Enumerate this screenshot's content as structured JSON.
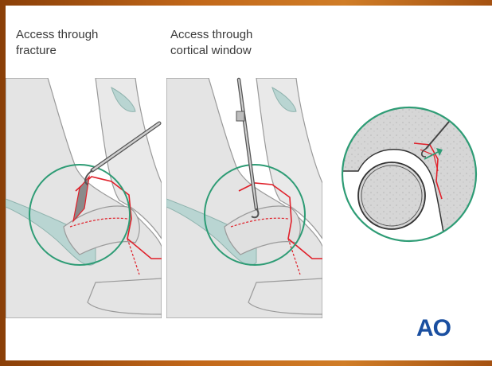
{
  "captions": {
    "left": "Access through\nfracture",
    "middle": "Access through\ncortical window"
  },
  "logo": "AO",
  "colors": {
    "frame": "#c2681a",
    "bone": "#e3e3e3",
    "bone_outline": "#9a9a9a",
    "cartilage": "#b9d5d2",
    "fracture": "#e0202a",
    "circle": "#2e9c75",
    "logo": "#1a4fa0"
  },
  "icons": {
    "instrument": "probe-hook-icon",
    "logo": "ao-logo"
  }
}
